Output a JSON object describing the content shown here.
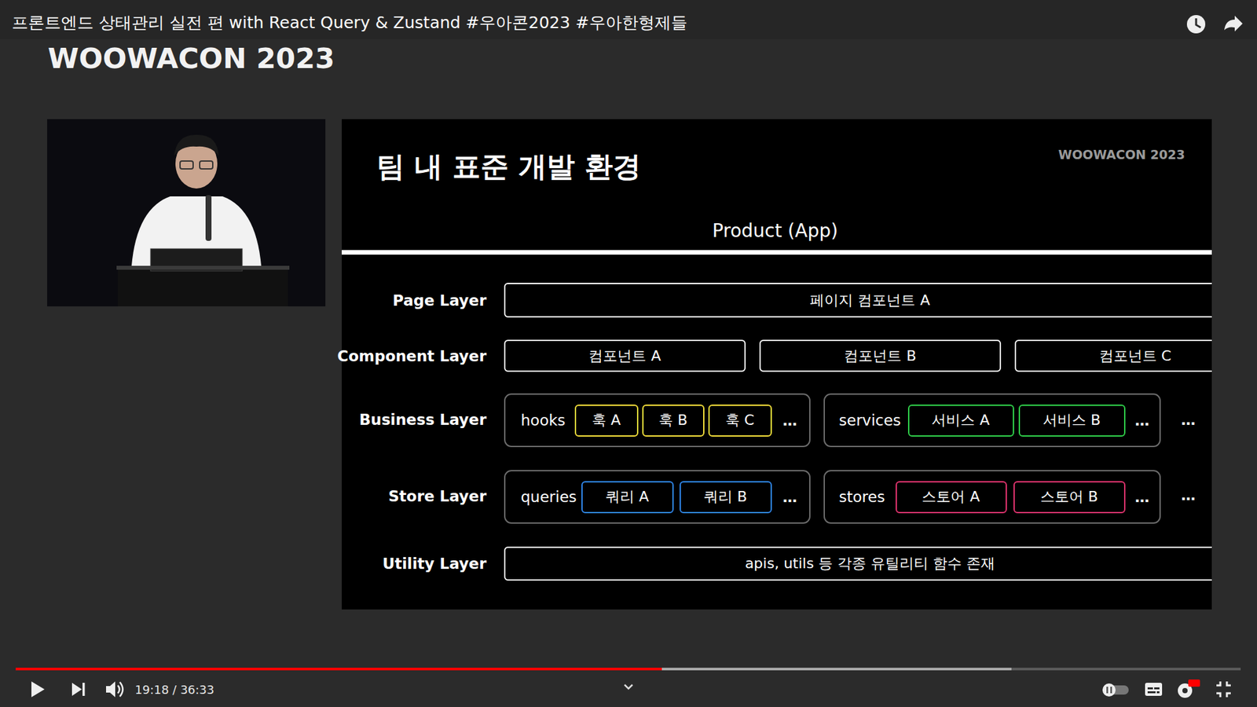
{
  "diagram": {
    "title": "팀 내 표준 개발 환경",
    "nodes": [
      {
        "text": [
          "페이지 컴포넌트 A"
        ]
      },
      {
        "text": [
          "컴포넌트 A"
        ]
      },
      {
        "text": [
          "컴포넌트 B"
        ]
      },
      {
        "text": [
          "컴포넌트 C"
        ]
      },
      {
        "text": [
          "hooks",
          "…"
        ]
      },
      {
        "text": [
          "훅 A"
        ],
        "in": 4
      },
      {
        "text": [
          "훅 B"
        ],
        "in": 4
      },
      {
        "text": [
          "훅 C"
        ],
        "in": 4
      },
      {
        "text": [
          "services",
          "…"
        ]
      },
      {
        "text": [
          "서비스 A"
        ],
        "in": 8
      },
      {
        "text": [
          "서비스 B"
        ],
        "in": 8
      },
      {
        "text": [
          "queries",
          "…"
        ]
      },
      {
        "text": [
          "쿼리 A"
        ],
        "in": 11
      },
      {
        "text": [
          "쿼리 B"
        ],
        "in": 11
      },
      {
        "text": [
          "stores",
          "…"
        ]
      },
      {
        "text": [
          "스토어 A"
        ],
        "in": 14
      },
      {
        "text": [
          "스토어 B"
        ],
        "in": 14
      },
      {
        "text": [
          "apis, utils 등 각종 유틸리티 함수 존재"
        ]
      }
    ],
    "edges": [],
    "labels": [
      "프론트엔드 상태관리 실전 편 with React Query & Zustand #우아콘2023 #우아한형제들",
      "WOOWACON 2023",
      "WOOWACON 2023",
      "Product (App)",
      "Page Layer",
      "Component Layer",
      "Business Layer",
      "Store Layer",
      "Utility Layer",
      "…",
      "…",
      "19:18 / 36:33"
    ]
  }
}
